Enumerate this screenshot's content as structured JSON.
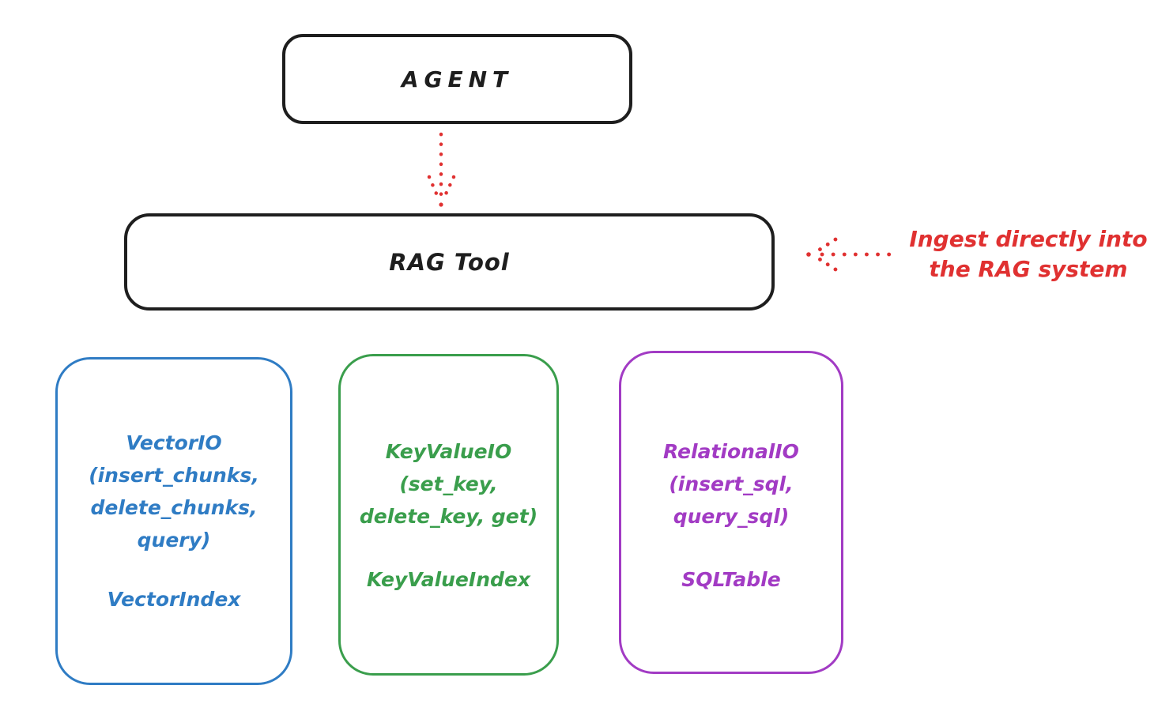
{
  "diagram": {
    "agent": {
      "label": "AGENT"
    },
    "rag_tool": {
      "label": "RAG Tool"
    },
    "annotation": {
      "lines": [
        "Ingest directly into",
        "the RAG system"
      ]
    },
    "backends": [
      {
        "id": "vector-io",
        "lines": [
          "VectorIO",
          "(insert_chunks,",
          "delete_chunks,",
          "query)"
        ],
        "index_label": "VectorIndex",
        "color": "#2f7cc4"
      },
      {
        "id": "key-value-io",
        "lines": [
          "KeyValueIO",
          "(set_key,",
          "delete_key, get)"
        ],
        "index_label": "KeyValueIndex",
        "color": "#3a9e4c"
      },
      {
        "id": "relational-io",
        "lines": [
          "RelationalIO",
          "(insert_sql,",
          "query_sql)"
        ],
        "index_label": "SQLTable",
        "color": "#a23bc4"
      }
    ],
    "colors": {
      "node_stroke": "#1e1e1e",
      "arrow_red": "#e03131",
      "background": "#ffffff"
    }
  }
}
